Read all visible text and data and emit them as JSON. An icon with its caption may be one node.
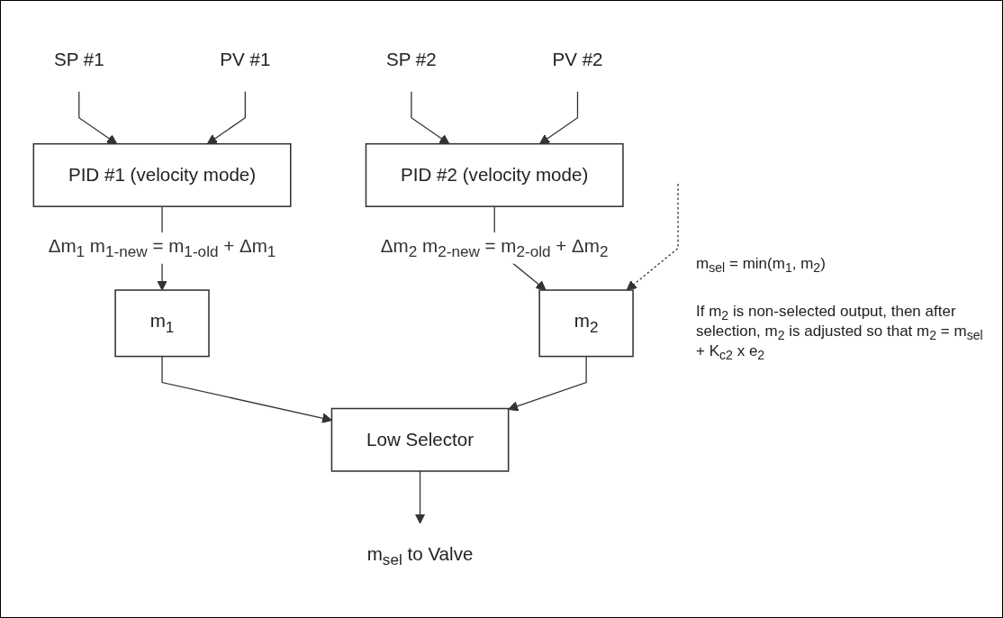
{
  "diagram": {
    "nodes": [
      {
        "text": [
          "SP #1"
        ]
      },
      {
        "text": [
          "PV #1"
        ]
      },
      {
        "text": [
          "PID #1 (velocity mode)"
        ]
      },
      {
        "text": [
          "m$_{1}$"
        ]
      },
      {
        "text": [
          "SP #2"
        ]
      },
      {
        "text": [
          "PV #2"
        ]
      },
      {
        "text": [
          "PID #2 (velocity mode)"
        ]
      },
      {
        "text": [
          "m$_{2}$"
        ]
      },
      {
        "text": [
          "Low Selector"
        ]
      },
      {
        "text": [
          "m$_{sel}$ to Valve"
        ]
      }
    ],
    "edges": [
      {
        "from": 0,
        "to": 2,
        "arrow": "to"
      },
      {
        "from": 1,
        "to": 2,
        "arrow": "to"
      },
      {
        "from": 2,
        "to": 3,
        "arrow": "to",
        "label": "Δm$_{1}$ m$_{1-new}$ = m$_{1-old}$ + Δm$_{1}$"
      },
      {
        "from": 4,
        "to": 6,
        "arrow": "to"
      },
      {
        "from": 5,
        "to": 6,
        "arrow": "to"
      },
      {
        "from": 6,
        "to": 7,
        "arrow": "to",
        "label": "Δm$_{2}$ m$_{2-new}$ = m$_{2-old}$ + Δm$_{2}$"
      },
      {
        "from": 3,
        "to": 8,
        "arrow": "to"
      },
      {
        "from": 7,
        "to": 8,
        "arrow": "to"
      },
      {
        "from": 8,
        "to": 9,
        "arrow": "to"
      },
      {
        "from": null,
        "to": 7,
        "arrow": "to",
        "style": "dashed"
      }
    ],
    "labels": [
      "m$_{sel}$ = min(m$_{1}$, m$_{2}$)",
      "If m$_{2}$ is non-selected output, then after selection, m$_{2}$ is adjusted so that m$_{2}$ = m$_{sel}$ + K$_{c2}$ x e$_{2}$"
    ]
  }
}
